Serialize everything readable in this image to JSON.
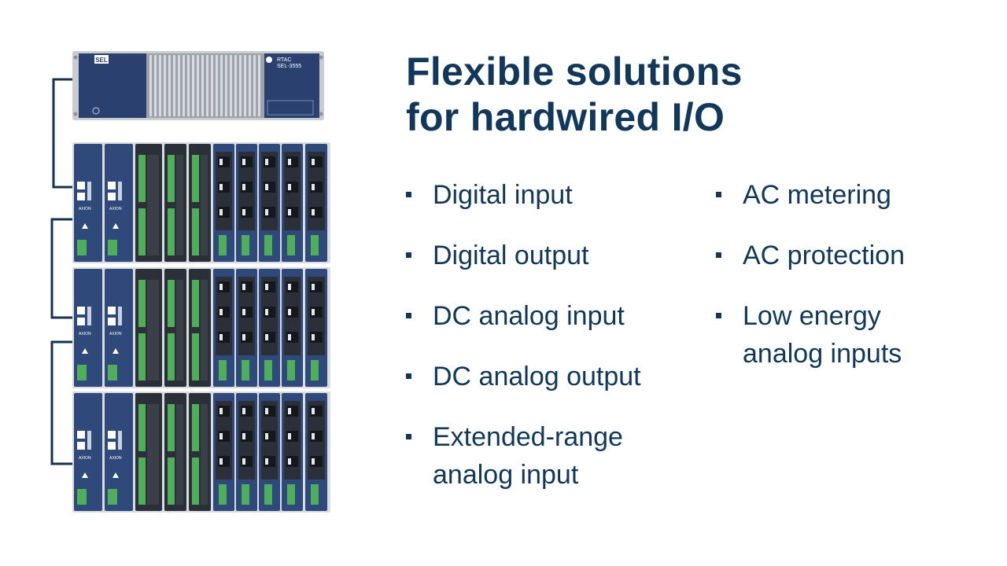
{
  "slide": {
    "title_lines": [
      "Flexible solutions",
      "for hardwired I/O"
    ],
    "left_bullets": [
      {
        "lines": [
          "Digital input"
        ]
      },
      {
        "lines": [
          "Digital output"
        ]
      },
      {
        "lines": [
          "DC analog input"
        ]
      },
      {
        "lines": [
          "DC analog output"
        ]
      },
      {
        "lines": [
          "Extended-range",
          "analog input"
        ]
      }
    ],
    "right_bullets": [
      {
        "lines": [
          "AC metering"
        ]
      },
      {
        "lines": [
          "AC protection"
        ]
      },
      {
        "lines": [
          "Low energy",
          "analog inputs"
        ]
      }
    ]
  },
  "hardware": {
    "rtac_badge": "SEL",
    "rtac_model_line1": "RTAC",
    "rtac_model_line2": "SEL-3555",
    "module_brand": "AXION",
    "chassis_count": 3,
    "colors": {
      "module_blue": "#2f4a7a",
      "terminal_green": "#4fae5a",
      "io_dark": "#2b2f37",
      "connector_line": "#17324f",
      "rtac_face": "#283f70"
    }
  }
}
